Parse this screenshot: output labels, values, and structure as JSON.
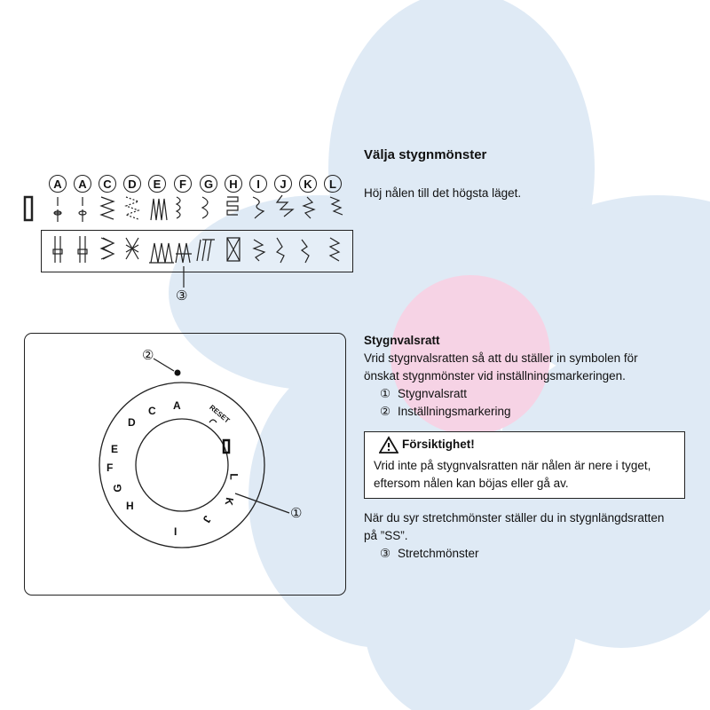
{
  "title": "Välja stygnmönster",
  "intro": "Höj nålen till det högsta läget.",
  "stitch_letters": [
    "A",
    "A",
    "C",
    "D",
    "E",
    "F",
    "G",
    "H",
    "I",
    "J",
    "K",
    "L"
  ],
  "dial": {
    "letters_left": [
      "A",
      "C",
      "D",
      "E",
      "F",
      "G",
      "H",
      "I",
      "J",
      "K",
      "L"
    ],
    "reset_label": "RESET",
    "callout_1": "①",
    "callout_2": "②",
    "callout_3": "③"
  },
  "selector": {
    "heading": "Stygnvalsratt",
    "text_line1": "Vrid stygnvalsratten så att du ställer in symbolen för",
    "text_line2": "önskat stygnmönster vid inställningsmarkeringen.",
    "items": [
      {
        "num": "①",
        "label": "Stygnvalsratt"
      },
      {
        "num": "②",
        "label": "Inställningsmarkering"
      }
    ]
  },
  "caution": {
    "heading": "Försiktighet!",
    "line1": "Vrid inte på stygnvalsratten när nålen är nere i tyget,",
    "line2": "eftersom nålen kan böjas eller gå av."
  },
  "stretch": {
    "line1": "När du syr stretchmönster ställer du in stygnlängdsratten",
    "line2": "på ”SS”.",
    "item_num": "③",
    "item_label": "Stretchmönster"
  },
  "colors": {
    "petal": "#dbe9f5",
    "center": "#f7d5e6",
    "ink": "#222222"
  }
}
